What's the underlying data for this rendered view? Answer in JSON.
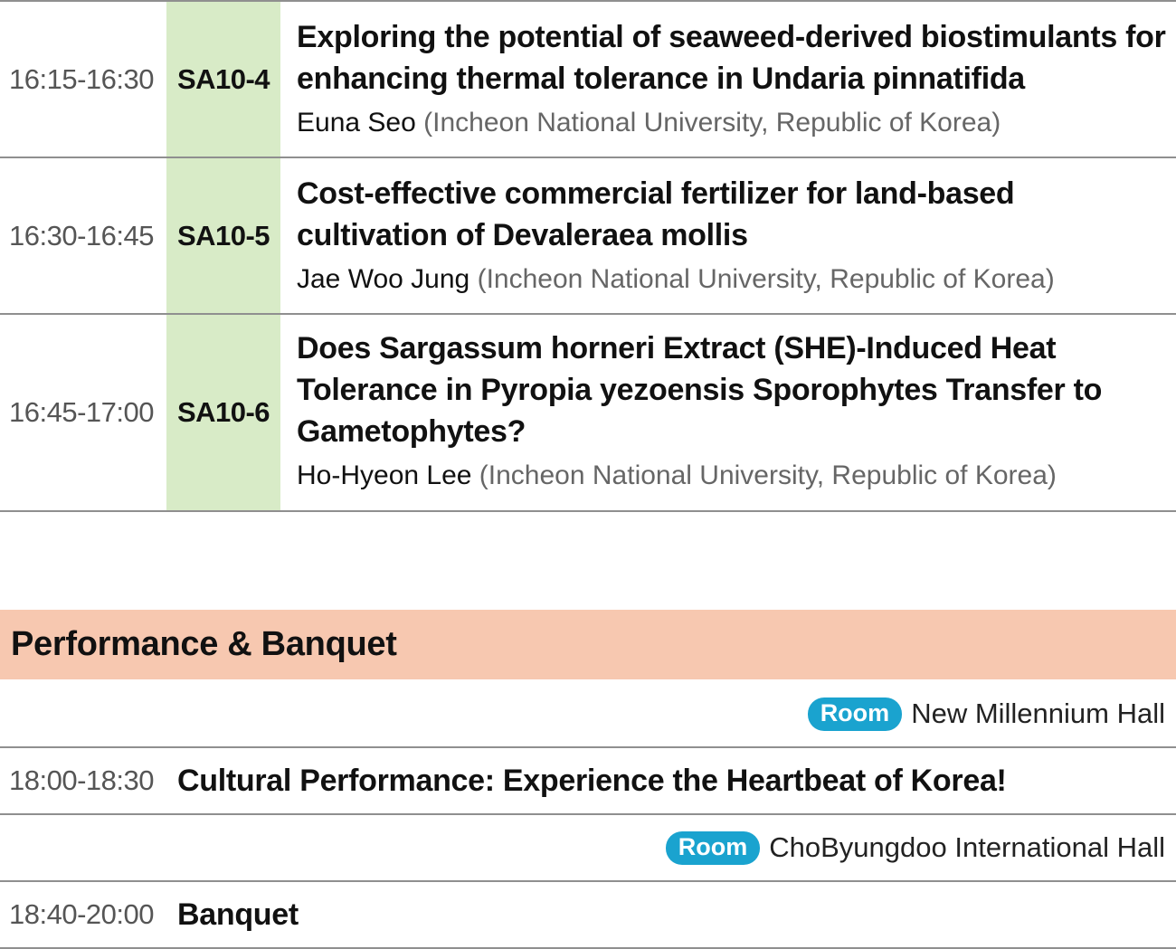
{
  "sessions": [
    {
      "time": "16:15-16:30",
      "code": "SA10-4",
      "title": "Exploring the potential of seaweed-derived biostimulants for enhancing thermal tolerance in Undaria pinnatifida",
      "author": "Euna Seo",
      "affiliation": "(Incheon National University, Republic of Korea)"
    },
    {
      "time": "16:30-16:45",
      "code": "SA10-5",
      "title": "Cost-effective commercial fertilizer for land-based cultivation of Devaleraea mollis",
      "author": "Jae Woo Jung",
      "affiliation": "(Incheon National University, Republic of Korea)"
    },
    {
      "time": "16:45-17:00",
      "code": "SA10-6",
      "title": "Does Sargassum horneri Extract (SHE)-Induced Heat Tolerance in Pyropia yezoensis Sporophytes Transfer to Gametophytes?",
      "author": "Ho-Hyeon Lee",
      "affiliation": "(Incheon National University, Republic of Korea)"
    }
  ],
  "section": {
    "title": "Performance & Banquet",
    "room_label": "Room",
    "events": [
      {
        "room": "New Millennium Hall",
        "time": "18:00-18:30",
        "title": "Cultural Performance: Experience the Heartbeat of Korea!"
      },
      {
        "room": "ChoByungdoo International Hall",
        "time": "18:40-20:00",
        "title": "Banquet"
      }
    ]
  },
  "colors": {
    "code_cell": "#d8ebc7",
    "section_header": "#f7c8b0",
    "room_badge": "#1aa3cf",
    "divider": "#8f8f8f"
  }
}
